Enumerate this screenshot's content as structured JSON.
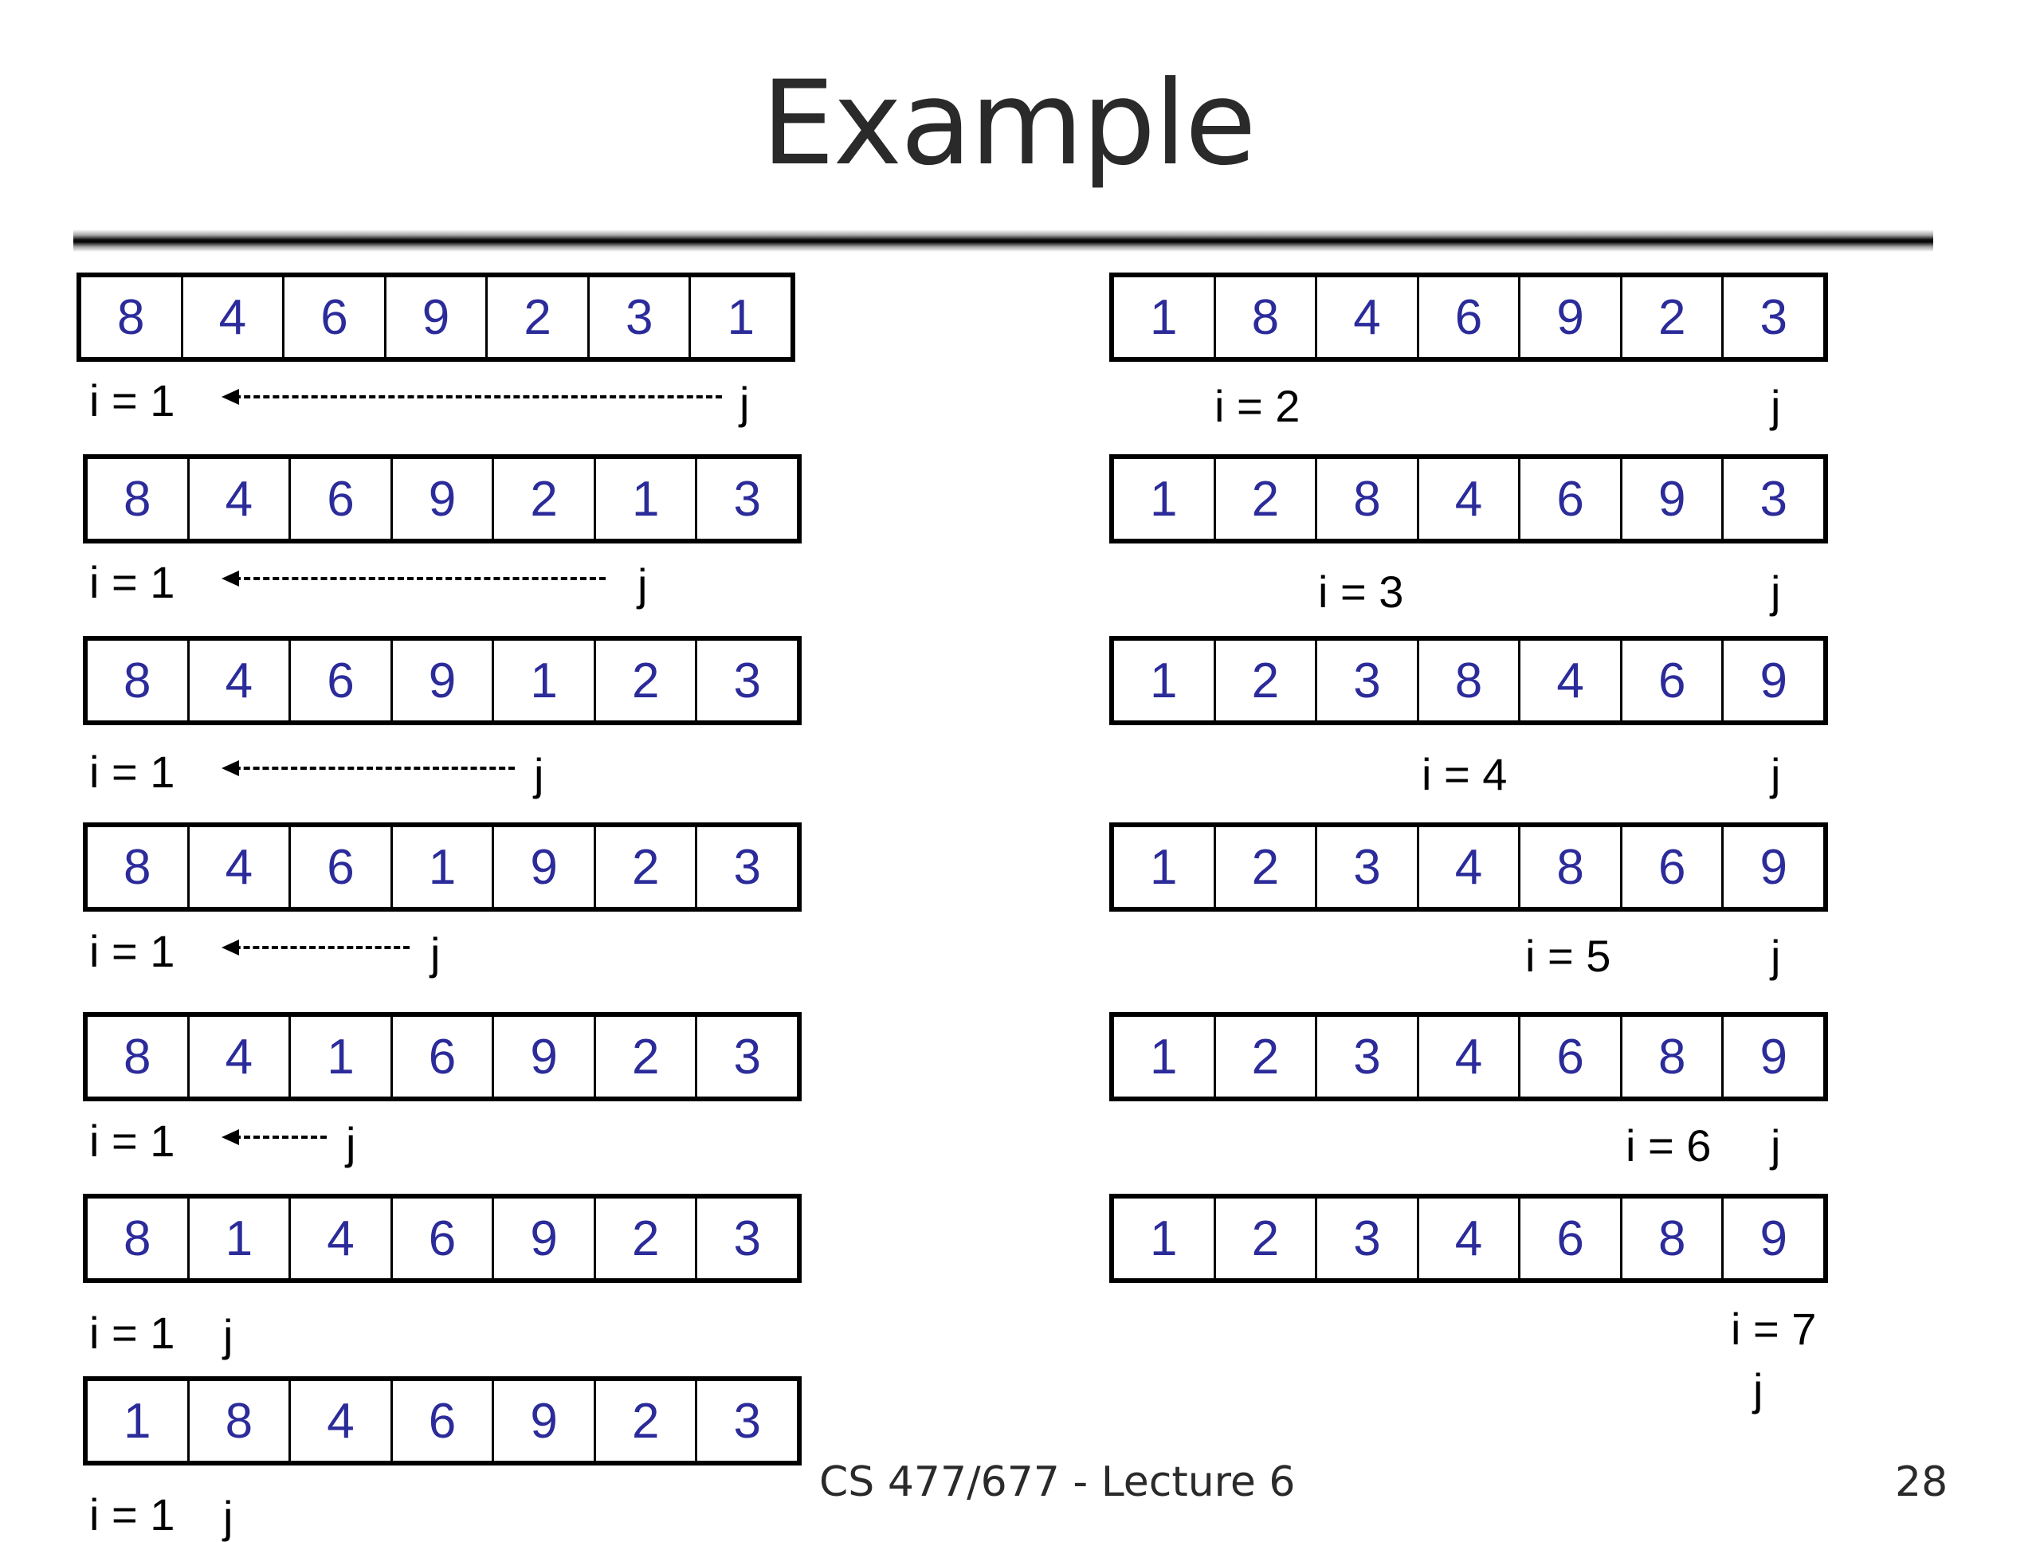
{
  "title": "Example",
  "footer": {
    "course": "CS 477/677 - Lecture 6",
    "page": "28"
  },
  "left": [
    {
      "cells": [
        "8",
        "4",
        "6",
        "9",
        "2",
        "3",
        "1"
      ],
      "i_label": "i = 1",
      "j_label": "j"
    },
    {
      "cells": [
        "8",
        "4",
        "6",
        "9",
        "2",
        "1",
        "3"
      ],
      "i_label": "i = 1",
      "j_label": "j"
    },
    {
      "cells": [
        "8",
        "4",
        "6",
        "9",
        "1",
        "2",
        "3"
      ],
      "i_label": "i = 1",
      "j_label": "j"
    },
    {
      "cells": [
        "8",
        "4",
        "6",
        "1",
        "9",
        "2",
        "3"
      ],
      "i_label": "i = 1",
      "j_label": "j"
    },
    {
      "cells": [
        "8",
        "4",
        "1",
        "6",
        "9",
        "2",
        "3"
      ],
      "i_label": "i = 1",
      "j_label": "j"
    },
    {
      "cells": [
        "8",
        "1",
        "4",
        "6",
        "9",
        "2",
        "3"
      ],
      "i_label": "i = 1",
      "j_label": "j"
    },
    {
      "cells": [
        "1",
        "8",
        "4",
        "6",
        "9",
        "2",
        "3"
      ],
      "i_label": "i = 1",
      "j_label": "j"
    }
  ],
  "right": [
    {
      "cells": [
        "1",
        "8",
        "4",
        "6",
        "9",
        "2",
        "3"
      ],
      "i_label": "i = 2",
      "j_label": "j"
    },
    {
      "cells": [
        "1",
        "2",
        "8",
        "4",
        "6",
        "9",
        "3"
      ],
      "i_label": "i = 3",
      "j_label": "j"
    },
    {
      "cells": [
        "1",
        "2",
        "3",
        "8",
        "4",
        "6",
        "9"
      ],
      "i_label": "i = 4",
      "j_label": "j"
    },
    {
      "cells": [
        "1",
        "2",
        "3",
        "4",
        "8",
        "6",
        "9"
      ],
      "i_label": "i = 5",
      "j_label": "j"
    },
    {
      "cells": [
        "1",
        "2",
        "3",
        "4",
        "6",
        "8",
        "9"
      ],
      "i_label": "i = 6",
      "j_label": "j"
    },
    {
      "cells": [
        "1",
        "2",
        "3",
        "4",
        "6",
        "8",
        "9"
      ],
      "i_label": "i = 7",
      "j_label": "j"
    }
  ]
}
